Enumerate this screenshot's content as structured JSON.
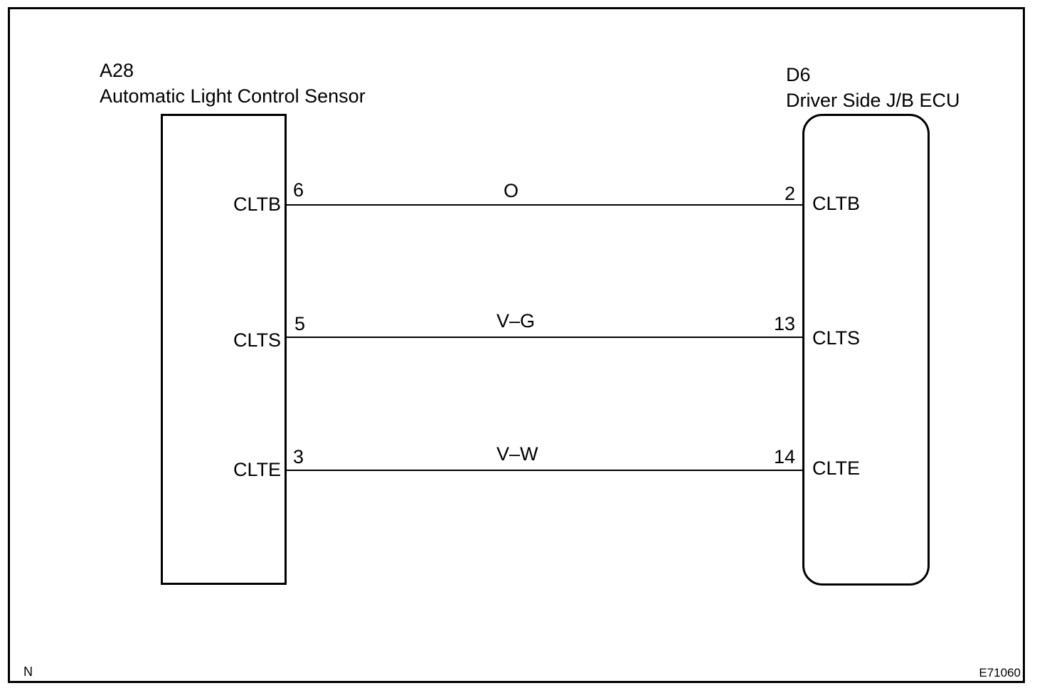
{
  "left_component": {
    "code": "A28",
    "name": "Automatic Light Control Sensor"
  },
  "right_component": {
    "code": "D6",
    "name": "Driver Side J/B ECU"
  },
  "wires": [
    {
      "left_terminal": "CLTB",
      "left_pin": "6",
      "color_code": "O",
      "right_pin": "2",
      "right_terminal": "CLTB"
    },
    {
      "left_terminal": "CLTS",
      "left_pin": "5",
      "color_code": "V–G",
      "right_pin": "13",
      "right_terminal": "CLTS"
    },
    {
      "left_terminal": "CLTE",
      "left_pin": "3",
      "color_code": "V–W",
      "right_pin": "14",
      "right_terminal": "CLTE"
    }
  ],
  "corner_left": "N",
  "figure_id": "E71060"
}
